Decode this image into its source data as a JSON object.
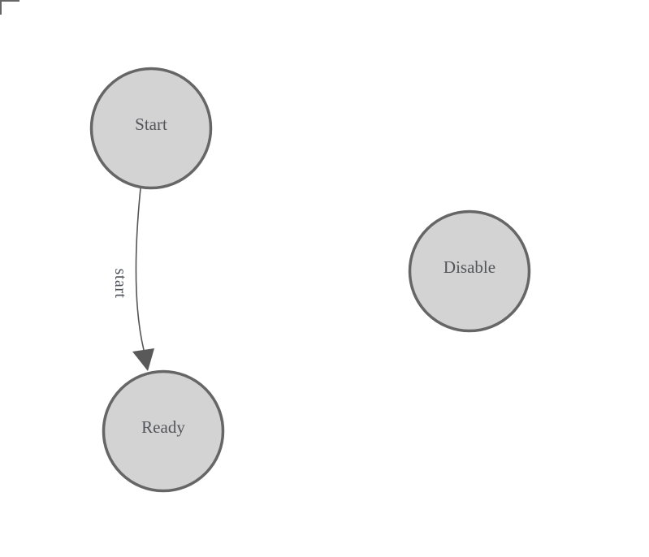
{
  "diagram": {
    "nodes": {
      "start": {
        "label": "Start"
      },
      "ready": {
        "label": "Ready"
      },
      "disable": {
        "label": "Disable"
      }
    },
    "edges": {
      "start_to_ready": {
        "label": "start",
        "from": "Start",
        "to": "Ready"
      }
    }
  },
  "icons": {
    "corner": "canvas-origin-corner-icon"
  },
  "theme": {
    "background": "#ffffff",
    "node_fill": "#d3d3d3",
    "node_stroke": "#666666",
    "node_label_color": "#54555a",
    "edge_color": "#555555",
    "arrow_fill": "#595959",
    "edge_label_color": "#4e525a"
  }
}
